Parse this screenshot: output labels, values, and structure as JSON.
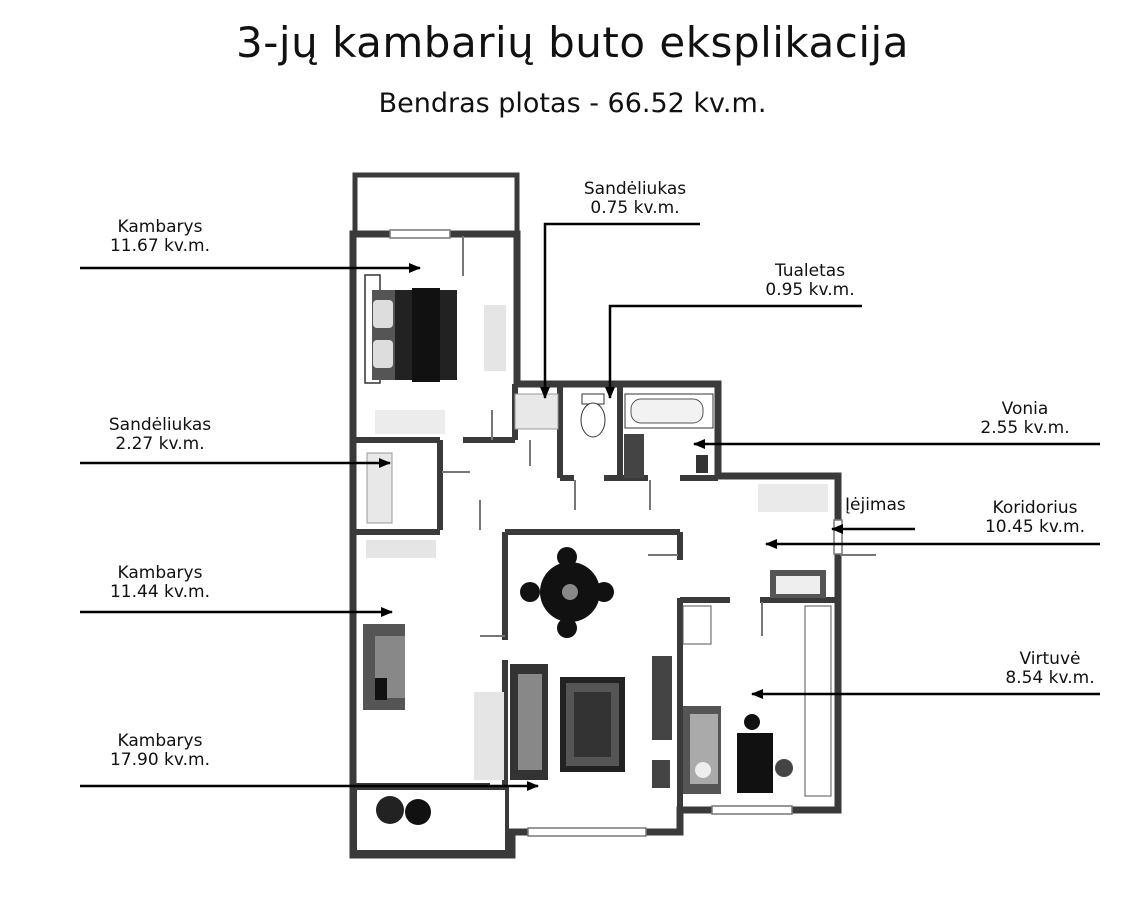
{
  "header": {
    "title": "3-jų kambarių buto eksplikacija",
    "subtitle": "Bendras plotas - 66.52 kv.m."
  },
  "rooms": [
    {
      "name": "Kambarys",
      "area": "11.67 kv.m."
    },
    {
      "name": "Sandėliukas",
      "area": "2.27 kv.m."
    },
    {
      "name": "Kambarys",
      "area": "11.44 kv.m."
    },
    {
      "name": "Kambarys",
      "area": "17.90 kv.m."
    },
    {
      "name": "Sandėliukas",
      "area": "0.75 kv.m."
    },
    {
      "name": "Tualetas",
      "area": "0.95 kv.m."
    },
    {
      "name": "Vonia",
      "area": "2.55 kv.m."
    },
    {
      "name": "Koridorius",
      "area": "10.45 kv.m."
    },
    {
      "name": "Virtuvė",
      "area": "8.54 kv.m."
    }
  ],
  "entrance_label": "Įėjimas"
}
